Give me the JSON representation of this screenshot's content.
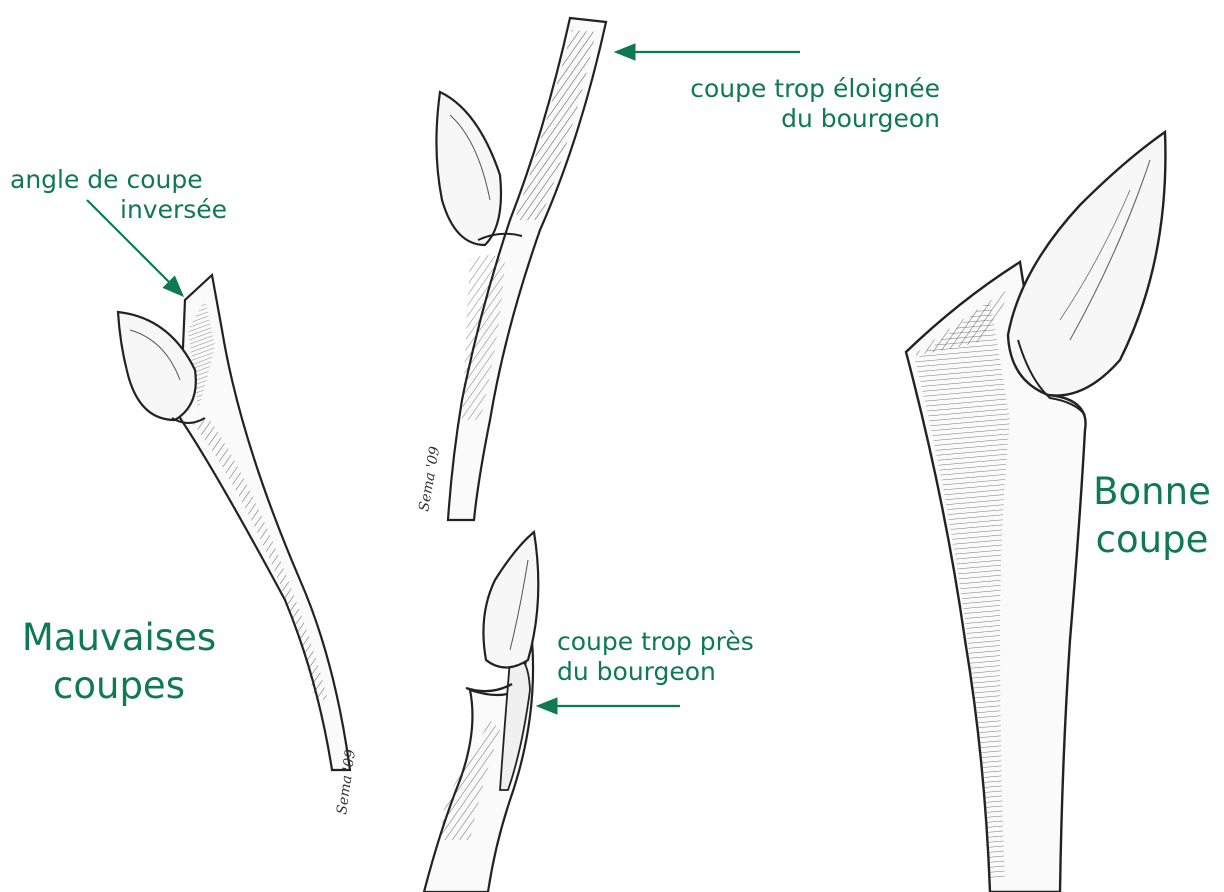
{
  "colors": {
    "label": "#0f7a52",
    "ink": "#2a2a2a",
    "paper": "#ffffff"
  },
  "labels": {
    "angle_line1": "angle de coupe",
    "angle_line2": "inversée",
    "far_line1": "coupe trop éloignée",
    "far_line2": "du bourgeon",
    "close_line1": "coupe trop près",
    "close_line2": "du bourgeon",
    "bad_line1": "Mauvaises",
    "bad_line2": "coupes",
    "good_line1": "Bonne",
    "good_line2": "coupe"
  },
  "signatures": [
    "Sema '09",
    "Sema '09"
  ],
  "icons": [
    "arrow-icon"
  ]
}
